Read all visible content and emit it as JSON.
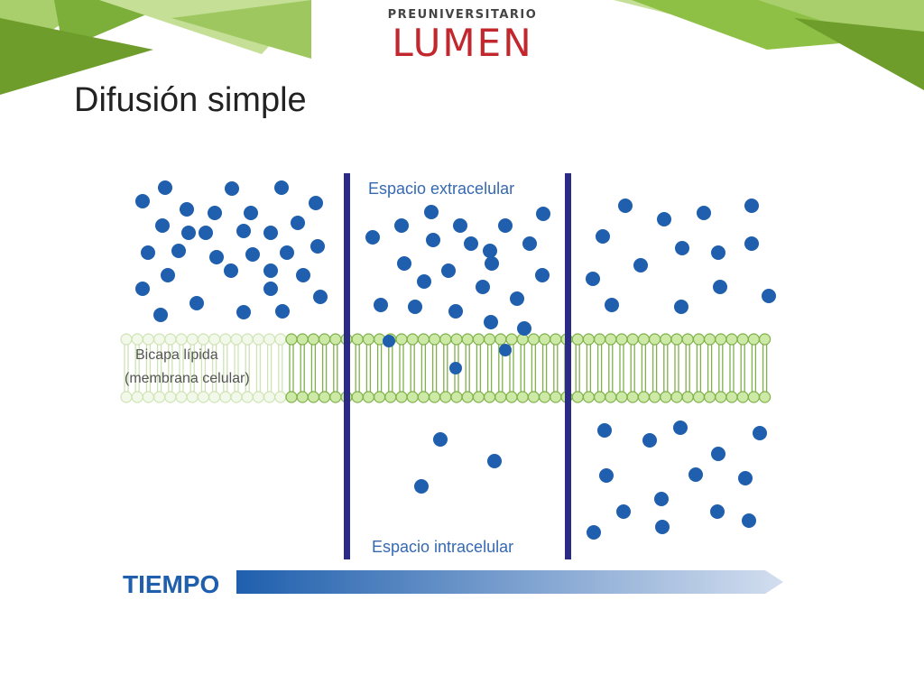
{
  "logo": {
    "top_text": "PREUNIVERSITARIO",
    "main_text": "LUMEN"
  },
  "slide": {
    "title": "Difusión simple"
  },
  "diagram": {
    "label_extracellular": "Espacio extracelular",
    "label_intracellular": "Espacio intracelular",
    "membrane_label_line1": "Bicapa lípida",
    "membrane_label_line2": "(membrana celular)",
    "time_label": "TIEMPO"
  },
  "colors": {
    "particle": "#1f5fad",
    "divider": "#2b2a86",
    "membrane_head": "#cde9a6",
    "membrane_head_stroke": "#7fb04a",
    "arrow": "#1f5fad",
    "green_dark": "#6e9d2c",
    "green_light": "#a9cf6c",
    "logo_red": "#c2272d"
  }
}
